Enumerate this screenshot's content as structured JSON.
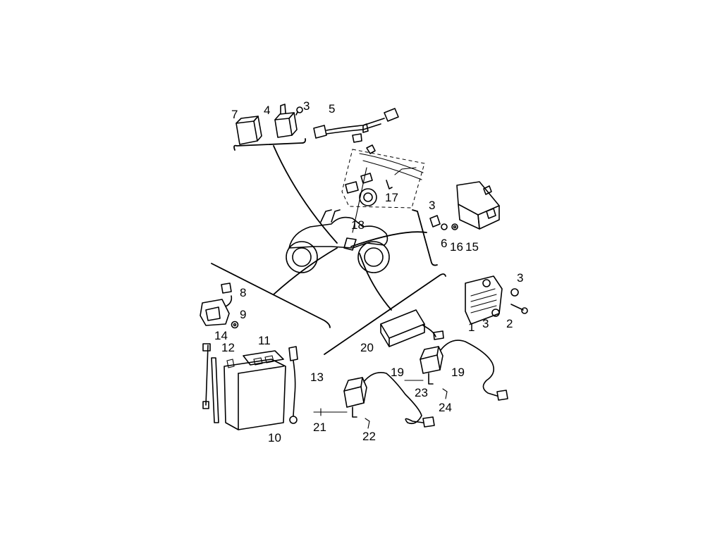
{
  "labels": [
    "1",
    "2",
    "3",
    "4",
    "5",
    "6",
    "7",
    "8",
    "9",
    "10",
    "11",
    "12",
    "13",
    "14",
    "15",
    "16",
    "17",
    "18",
    "19",
    "20",
    "21",
    "22",
    "23",
    "24"
  ]
}
